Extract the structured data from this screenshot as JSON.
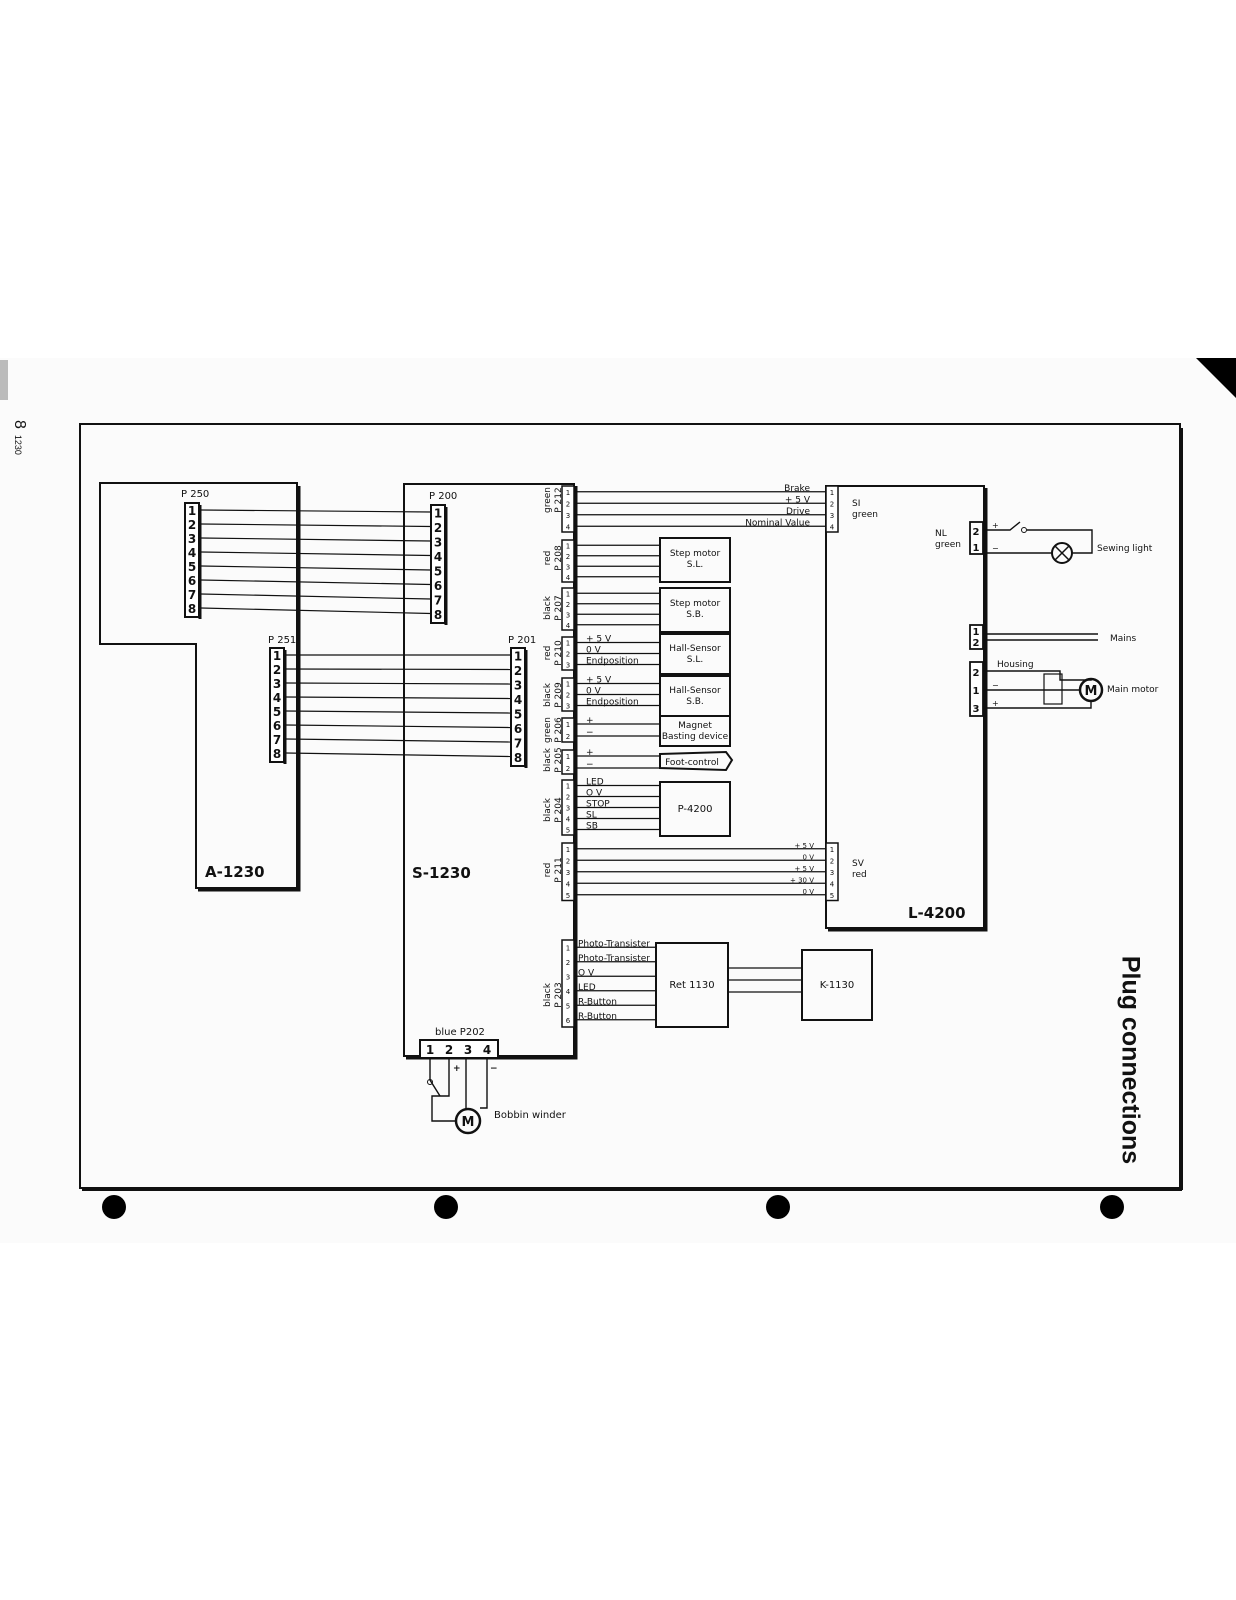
{
  "page": {
    "number": "8",
    "code": "1230",
    "title": "Plug connections"
  },
  "boards": {
    "a": "A-1230",
    "s": "S-1230",
    "l": "L-4200"
  },
  "connectors": {
    "p250": "P 250",
    "p200": "P 200",
    "p251": "P 251",
    "p201": "P 201",
    "p202": "blue P202",
    "p212": [
      "green",
      "P 212"
    ],
    "p208": [
      "red",
      "P 208"
    ],
    "p207": [
      "black",
      "P 207"
    ],
    "p210": [
      "red",
      "P 210"
    ],
    "p209": [
      "black",
      "P 209"
    ],
    "p206": [
      "green",
      "P 206"
    ],
    "p205": [
      "black",
      "P 205"
    ],
    "p204": [
      "black",
      "P 204"
    ],
    "p211": [
      "red",
      "P 211"
    ],
    "p203": [
      "black",
      "P 203"
    ],
    "sl": [
      "SI",
      "green"
    ],
    "sv": [
      "SV",
      "red"
    ],
    "nl": [
      "NL",
      "green"
    ]
  },
  "pins8": [
    "1",
    "2",
    "3",
    "4",
    "5",
    "6",
    "7",
    "8"
  ],
  "signals": {
    "p212": [
      "Brake",
      "+ 5 V",
      "Drive",
      "Nominal Value"
    ],
    "p210": [
      "+ 5 V",
      "0 V",
      "Endposition"
    ],
    "p209": [
      "+ 5 V",
      "0 V",
      "Endposition"
    ],
    "p206": [
      "+",
      "−"
    ],
    "p205": [
      "+",
      "−"
    ],
    "p204": [
      "LED",
      "O V",
      "STOP",
      "SL",
      "SB"
    ],
    "p211": [
      "+ 5 V",
      "0 V",
      "+ 5 V",
      "+ 30 V",
      "0 V"
    ],
    "p203": [
      "Photo-Transister",
      "Photo-Transister",
      "O V",
      "LED",
      "R-Button",
      "R-Button"
    ],
    "p202": [
      "1",
      "2",
      "3",
      "4"
    ]
  },
  "devices": {
    "step_sl": [
      "Step motor",
      "S.L."
    ],
    "step_sb": [
      "Step motor",
      "S.B."
    ],
    "hall_sl": [
      "Hall-Sensor",
      "S.L."
    ],
    "hall_sb": [
      "Hall-Sensor",
      "S.B."
    ],
    "magnet": [
      "Magnet",
      "Basting device"
    ],
    "foot": "Foot-control",
    "p4200": "P-4200",
    "ret": "Ret 1130",
    "k": "K-1130"
  },
  "external": {
    "sewing_light": "Sewing light",
    "mains": "Mains",
    "housing": "Housing",
    "main_motor": "Main motor",
    "motor_symbol": "M",
    "bobbin_winder": "Bobbin winder"
  }
}
